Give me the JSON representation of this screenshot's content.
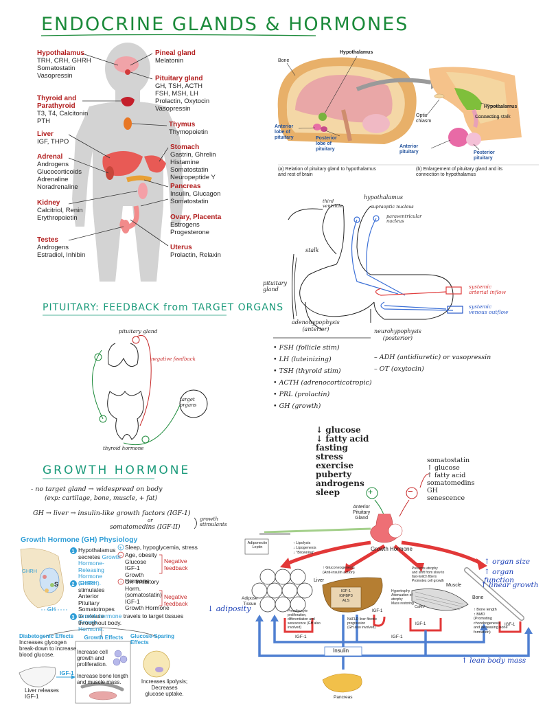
{
  "main_title": "ENDOCRINE GLANDS & HORMONES",
  "glands_left": [
    {
      "name": "Hypothalamus",
      "hormones": "TRH, CRH, GHRH\nSomatostatin\nVasopressin"
    },
    {
      "name": "Thyroid and Parathyroid",
      "hormones": "T3, T4, Calcitonin\nPTH"
    },
    {
      "name": "Liver",
      "hormones": "IGF, THPO"
    },
    {
      "name": "Adrenal",
      "hormones": "Androgens\nGlucocorticoids\nAdrenaline\nNoradrenaline"
    },
    {
      "name": "Kidney",
      "hormones": "Calcitriol, Renin\nErythropoietin"
    },
    {
      "name": "Testes",
      "hormones": "Androgens\nEstradiol, Inhibin"
    }
  ],
  "glands_right": [
    {
      "name": "Pineal gland",
      "hormones": "Melatonin"
    },
    {
      "name": "Pituitary gland",
      "hormones": "GH, TSH, ACTH\nFSH, MSH, LH\nProlactin, Oxytocin\nVasopressin"
    },
    {
      "name": "Thymus",
      "hormones": "Thymopoietin"
    },
    {
      "name": "Stomach",
      "hormones": "Gastrin, Ghrelin\nHistamine\nSomatostatin\nNeuropeptide Y"
    },
    {
      "name": "Pancreas",
      "hormones": "Insulin, Glucagon\nSomatostatin"
    },
    {
      "name": "Ovary, Placenta",
      "hormones": "Estrogens\nProgesterone"
    },
    {
      "name": "Uterus",
      "hormones": "Prolactin, Relaxin"
    }
  ],
  "brain_figure": {
    "labels": {
      "hypothalamus": "Hypothalamus",
      "bone": "Bone",
      "anterior": "Anterior\nlobe of\npituitary",
      "posterior": "Posterior\nlobe of\npituitary",
      "optic": "Optic\nchiasm",
      "hypothalamus_b": "Hypothalamus",
      "stalk": "Connecting stalk",
      "anterior_b": "Anterior\npituitary",
      "posterior_b": "Posterior\npituitary"
    },
    "caption_a": "(a)  Relation of pituitary gland to hypothalamus\nand rest of brain",
    "caption_b": "(b)  Enlargement of pituitary gland and its\nconnection to hypothalamus"
  },
  "pituitary_sketch": {
    "hypothalamus": "hypothalamus",
    "third_ventricle": "third\nventricle",
    "supraoptic": "supraoptic nucleus",
    "paraventricular": "paraventricular\nnucleus",
    "stalk": "stalk",
    "pituitary_gland": "pituitary\ngland",
    "systemic_in": "systemic\narterial inflow",
    "systemic_out": "systemic\nvenous outflow",
    "adeno": "adenohypophysis\n(anterior)",
    "neuro": "neurohypophysis\n(posterior)",
    "adeno_list": [
      "FSH (follicle stim)",
      "LH (luteinizing)",
      "TSH (thyroid stim)",
      "ACTH (adrenocorticotropic)",
      "PRL (prolactin)",
      "GH (growth)"
    ],
    "neuro_list": [
      "ADH (antidiuretic) or vasopressin",
      "OT (oxytocin)"
    ]
  },
  "feedback": {
    "title": "PITUITARY: FEEDBACK from TARGET ORGANS",
    "pituitary": "pituitary gland",
    "negative": "negative feedback",
    "target": "target\norgans",
    "thyroid": "thyroid hormone"
  },
  "growth_hormone_notes": {
    "title": "GROWTH HORMONE",
    "line1": "- no target gland → widespread on body",
    "line2": "(exp: cartilage, bone, muscle, + fat)",
    "line3": "GH → liver → insulin-like growth factors (IGF-1)",
    "line4": "or",
    "line5": "somatomedins (IGF-II)",
    "line6": "growth\nstimulants"
  },
  "gh_physiology": {
    "title": "Growth Hormone (GH) Physiology",
    "step1": "Hypothalamus secretes",
    "step1_colored": "Growth Hormone-Releasing Hormone (GHRH).",
    "plus_list": "Sleep, hypoglycemia, stress",
    "minus_list": "Age, obesity\nGlucose\nIGF-1\nGrowth Hormone",
    "negative_feedback": "Negative\nfeedback",
    "step2": "stimulates Anterior Pituitary Somatotropes to release",
    "step2_ghrh": "GHRH",
    "step2_colored": "Growth Hormone.",
    "minus2": "GH Inhibitory Horm. (somatostatin)\nIGF-1\nGrowth Hormone",
    "negative_feedback2": "Negative\nfeedback",
    "step3_pre": "Growth hormone",
    "step3": "travels to target tissues throughout body.",
    "ghrh_label": "GHRH",
    "s_label": "S",
    "gh_label": "GH",
    "diabetogenic_title": "Diabetogenic Effects",
    "diabetogenic_text": "Increases glycogen break-down to increase blood glucose.",
    "liver_text": "Liver releases\nIGF-1",
    "igf1": "IGF-1",
    "growth_effects_title": "Growth Effects",
    "growth_effects_1": "Increase cell growth and proliferation.",
    "growth_effects_2": "Increase bone length and muscle mass.",
    "glucose_sparing_title": "Glucose-Sparing Effects",
    "glucose_sparing_text": "Increases lipolysis;\nDecreases\nglucose uptake."
  },
  "stimuli": {
    "increase": [
      "↓ glucose",
      "↓ fatty acid",
      "fasting",
      "stress",
      "exercise",
      "puberty",
      "androgens",
      "sleep"
    ],
    "decrease": [
      "somatostatin",
      "↑ glucose",
      "↑ fatty acid",
      "somatomedins",
      "GH",
      "senescence"
    ],
    "plus": "+",
    "minus": "−"
  },
  "gh_diagram": {
    "anterior_pituitary": "Anterior\nPituitary\nGland",
    "growth_hormone": "Growth Hormone",
    "adiponectin": "Adiponectin\nLeptin",
    "lipolysis": "↑ Lipolysis\n↓ Lipogenesis\n↓ \"Browning\"",
    "gluconeogenesis": "↑ Gluconeogenesis\n(Anti-insulin action)",
    "prevents": "Prevents atrophy\nand shift from slow to\nfast-twitch fibers\nPromotes cell growth",
    "adipose": "Adipose\nTissue",
    "liver": "Liver",
    "liver_box": "IGF-1\nIGFBP3\nALS",
    "muscle": "Muscle",
    "bone": "Bone",
    "preadipocyte": "Preadipocyte\nproliferation,\ndifferentiation and\nsenescence (GH also\ninvolved)",
    "hypertrophy": "Hypertrophy\nAttenuation of\natrophy\nMass restoring",
    "nafld": "NAFLD liver fibrotic\nprogression\n(GH also involved)",
    "cam": "CaMV",
    "bone_effects": "↑ Bone length\n↑ BMD\n(Promoting\nchondrogenesis\nand increasing bone\nformation)",
    "igf1": "IGF-1",
    "insulin": "Insulin",
    "pancreas": "Pancreas"
  },
  "side_notes": {
    "adiposity": "↓ adiposity",
    "organ_size": "↑ organ size",
    "organ_function": "↑ organ function",
    "linear_growth": "↑ linear growth",
    "lean_body_mass": "↑ lean body mass"
  }
}
